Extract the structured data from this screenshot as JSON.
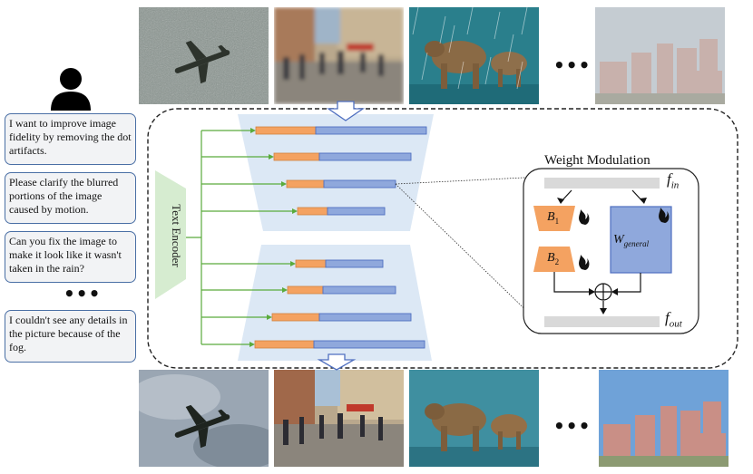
{
  "prompts": [
    "I want to improve image fidelity by removing the dot artifacts.",
    "Please clarify the blurred portions of the image caused by motion.",
    "Can you fix the image to make it look like it wasn't taken in the rain?",
    "I couldn't see any details in the picture because of the fog."
  ],
  "ellipsis": "•••",
  "text_encoder": "Text Encoder",
  "weight_modulation": {
    "title": "Weight Modulation",
    "f_in": "f",
    "f_in_sub": "in",
    "f_out": "f",
    "f_out_sub": "out",
    "b1": "B",
    "b1_sub": "1",
    "b2": "B",
    "b2_sub": "2",
    "w": "W",
    "w_sub": "general",
    "fire_icon": "fire-icon"
  },
  "colors": {
    "orange": "#f4a261",
    "blue": "#8fa8dc",
    "blue_dark": "#4f6fc0",
    "light_blue": "#dce8f5",
    "green": "#5aab3c",
    "green_fill": "#d6ecd0",
    "gray_bar": "#d9d9d9"
  }
}
